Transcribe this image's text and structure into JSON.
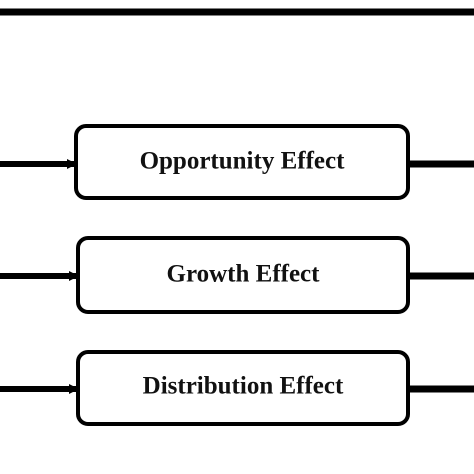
{
  "diagram": {
    "boxes": [
      {
        "label": "Opportunity Effect"
      },
      {
        "label": "Growth Effect"
      },
      {
        "label": "Distribution Effect"
      }
    ],
    "colors": {
      "stroke": "#000000",
      "text": "#111111",
      "background": "#ffffff"
    }
  }
}
